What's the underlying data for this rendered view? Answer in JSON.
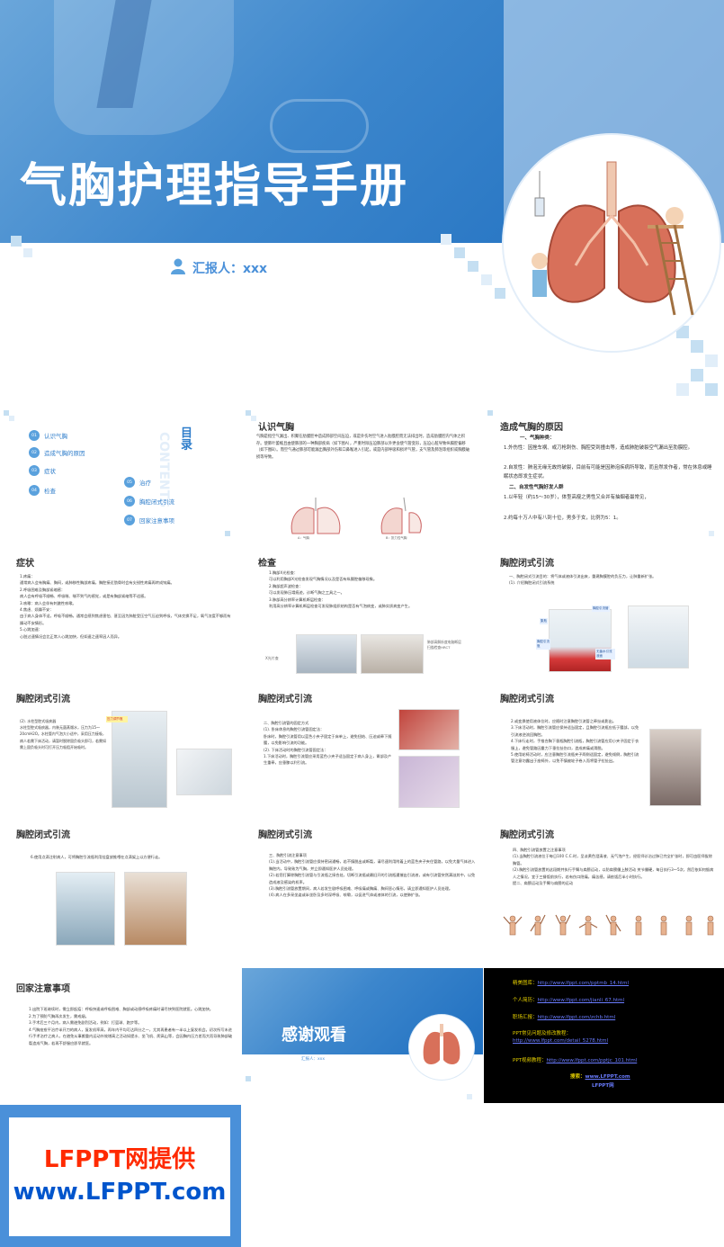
{
  "cover": {
    "title": "气胸护理指导手册",
    "reporter": "汇报人：xxx"
  },
  "toc": {
    "title": "目录",
    "title_en": "CONTENTS",
    "items": [
      {
        "num": "01",
        "label": "认识气胸"
      },
      {
        "num": "02",
        "label": "造成气胸的原因"
      },
      {
        "num": "03",
        "label": "症状"
      },
      {
        "num": "04",
        "label": "检查"
      },
      {
        "num": "05",
        "label": "治疗"
      },
      {
        "num": "06",
        "label": "胸腔闭式引流"
      },
      {
        "num": "07",
        "label": "回家注意事项"
      }
    ]
  },
  "slides": {
    "s1": {
      "title": "认识气胸",
      "body": "气胸是指空气漏出、积聚在肋膜腔中造成肺部空间压迫，或是外伤时空气进入肋膜腔而无法排出时，造成肋膜腔内气体之积存。使肺叶萎缩且由使肺部的一种胸部疾病（如下图A），严重时除压迫肺部以外更会使气管变形，压迫心脏导致纵膈腔偏移（如下图B）。而空气通过肺部可能漏出胸部外伤和口鼻喉进入引起，或是内部呼吸和损坏气管，支气管及肺泡等组织或胸膜破损等导致。",
      "cap1": "A：气胸",
      "cap2": "B：张力性气胸"
    },
    "s2": {
      "title": "造成气胸的原因",
      "h1": "一、气胸种类：",
      "p1": "1.外伤性：因挫车祸、或刀枪刺伤、胸腔受到撞击等，造成肺脏破裂空气漏出至肋膜腔。",
      "p2": "2.自发性：肺泡无缘无故的破裂，目前有可能是因肺泡疾病所导致，而且然发作者，常在休息或睡眠状态即发生症状。",
      "h2": "二、自发性气胸好发人群",
      "p3": "1.以年轻（约15～30岁），体型高瘦之男性又合并有抽烟者最常见，",
      "p4": "2.约每十万人中有八到十位，男多于女，比例为5：1。"
    },
    "s3": {
      "title": "症状",
      "body": "1.疼痛：\n通常病人会有胸痛、胸闷，或肺移性胸部疼痛，胸腔接近肋骨时会有尖锐性疼痛再转成钝痛。\n2.呼吸困难及胸部紧缩感：\n病人会有呼吸不顺畅、呼吸喘、喘不到气的感觉，或是有胸部紧缩等不适感。\n3.咳嗽：病人会伴有刺激性咳嗽。\n4.焦虑、烦躁不安：\n由于病人身体不适，呼吸不顺畅，通常会感到焦虑害怕、甚至因为肺脏受压空气压迫到呼吸，气体交换不足，氧气浓度不够而有躁动不安情形。\n5.心跳加速：\n心脏过速情况会比正常人心跳加快，但如速之速率因人而异。"
    },
    "s4": {
      "title": "检查",
      "body": "1.胸部X光检查：\n可以利用胸部X光检查发现气胸情况以及是否有纵膈腔偏移现象。\n2.胸部超声波检查：\n可以发现肺压塌痕迹，诊断气胸之工具之一。\n3.肺部高分辨率计算机断层检查：\n利用高分辨率计算机断层检查可发现肺组织结构是否有气泡病变，或肺实质病变产生。",
      "cap1": "X光片查",
      "cap2": "肺部高解析度电脑断层扫描检查HRCT"
    },
    "s5": {
      "title": "胸腔闭式引流",
      "body": "一、胸腔闭式引流目的：将气体或液体引流出来，重建胸膜腔的负压力，让肺重新扩张。\n(1). 介绍胸腔闭式引流系统",
      "cap1": "胸腔引流管",
      "cap2": "集瓶",
      "cap3": "胸腔引流瓶",
      "cap4": "无菌水引流液面"
    },
    "s6": {
      "title": "胸腔闭式引流",
      "body": "(2). 水柱型腔式吸痰器\n水柱型腔式吸痰器，内装无菌蒸馏水，压力为15～20cmH2O。水柱管内气泡大小适中，采用压力接吸，病人若需下床活动，请暂时脱除固负吸头即可，若需如需上固负吸头时可打开压力吸阻开始吸时。",
      "cap": "压力调节瓶"
    },
    "s7": {
      "title": "胸腔闭式引流",
      "body": "二、胸腔引流管的固定方式\n(1). 卧床休息的胸腔引流管固定法：\n卧床时，胸腔引流管用以蓝色小夹子固定于床单上，避免扭结、压迫或牵下随腰，以免影响引流的功能。\n(2). 下床活动时的胸腔引流管固定法：\n1.下床活动时，胸腔引流管应采用蓝色小夹子适当固定于病人身上，胃部及产生重牵，应垂膝以利引流。"
    },
    "s8": {
      "title": "胸腔闭式引流",
      "body": "2.或变换使用液体位时，应随时注意胸腔引流管之牵扯或影出。\n3.下床活动时，胸腔引流管应保持适当固定，且胸腔引流瓶应低于腰部，以免引流液逆流回胸腔。\n4.下床行走时，手推合胸下垂瓶胸腔引流瓶，胸腔引流管应用小夹子固定于衣服上，避免管路因重力下垂拉扯伤口，造成疼痛或滑脱。\n5.使用轮椅活动时，应注意胸腔引流瓶夹子两侧适固定，避免倾倒，胸腔引流管注意勿露出于座椅外，以免不慎被轮子卷入而将管子拉扯出。"
    },
    "s9": {
      "title": "胸腔闭式引流",
      "body": "6.使用点滴注射病人，可将胸腔引流瓶利用挂盘放推喂在点滴架上以方便行走。"
    },
    "s10": {
      "title": "胸腔闭式引流",
      "body": "三、胸腔引流注意事项\n(1).当活动中，胸腔引流管应保持密闭通畅，若不慎脱出或断裂，请尽速利用附着上的蓝色夹子夹住管路，以免大量气体进入胸腔内，导致致为气胸，并立即通知医护人员处理。\n(2).若您打算除胸腔引流管与引流瓶之接合处，切断引流瓶或最旧开的引流瓶遭摧出引流液，或有引流管突然满溢其中，以免造成液及感染的机率。\n(3).胸腔引流管放置期间，病人若发生剧呼吸困难、呼吸痛或胸痛、胸闷恶心情形，请立即通知医护人员处理。\n(4).病人在多采坐姿或半坐卧及多时深呼吸、咳嗽，以促进气体或液体的引流，以使肺扩张。"
    },
    "s11": {
      "title": "胸腔闭式引流",
      "body": "四、胸腔引流管放置之注意事项\n(1).当胸腔引流液位于每日100 C.C.时，呈淡黄色澄清液、无气泡产生，经医师诊治过肺已完全扩张时，即可由医师拔除胸管。\n(2).胸腔引流管放置的这段期并执行手臂与肩膀运动，以防肩膀僵上肢活动 关节僵硬，每日执行3～5次，然后依如何锻病人之情况，宜于三餐饭前执行，若有伤口隐痛，痛苦感，请依饭后半小时执行。\n提二、肩膀运动及手臂与肩膀的运动"
    },
    "s12": {
      "title": "回家注意事项",
      "body": "1.出院下班继续时，需立即起疫：呼吸快速或呼吸困难、胸部或动感呼吸疼痛时请尽快到医院就医。心跳加快。\n2.为了预防气胸再次发生，需戒烟。\n3.手术后三个月内，病人需避免剧烈活动，例如：打篮球、跑步等。\n4.气胸痊愈平治疗半开刀的病人，复发机率高，再年内平均可达四分之一，尤其再患者有一半以上复发机会。初次所写未进行手术治疗之病人，在避免从事搬重内运动外效增高之活动如提水、坐飞机、爬高山等，会因胸内压力差而大而导致肺部破裂造成气胸，若再不舒服应即早就医。"
    },
    "thanks": {
      "title": "感谢观看",
      "reporter": "汇报人：xxx"
    },
    "links": {
      "l1_label": "精美图库：",
      "l1_url": "http://www.lfppt.com/pptmb_14.html",
      "l2_label": "个人简历：",
      "l2_url": "http://www.lfppt.com/jianli_67.html",
      "l3_label": "职场汇报：",
      "l3_url": "http://www.lfppt.com/zchb.html",
      "l4_label": "PPT常见问题及修改教程：",
      "l4_url": "http://www.lfppt.com/detail_5278.html",
      "l5_label": "PPT视频教程：",
      "l5_url": "http://www.lfppt.com/pptjc_101.html",
      "l6_label": "搜索：",
      "l6_url": "www.LFPPT.com",
      "l7": "LFPPT网"
    }
  },
  "brand": {
    "line1": "LFPPT网提供",
    "line2": "www.LFPPT.com"
  },
  "colors": {
    "primary": "#2f7ecb",
    "banner": "#4a90d9",
    "link_yellow": "#e6d000",
    "link_blue": "#6a7cff",
    "brand_red": "#ff2a00",
    "brand_blue": "#0055cc"
  }
}
